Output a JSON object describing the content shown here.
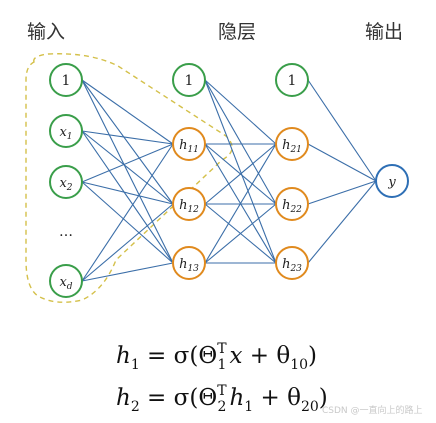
{
  "diagram": {
    "layer_titles": {
      "input": "输入",
      "hidden": "隐层",
      "output": "输出"
    },
    "input_nodes": [
      {
        "main": "1",
        "sub": "",
        "italic": false
      },
      {
        "main": "x",
        "sub": "1",
        "italic": true
      },
      {
        "main": "x",
        "sub": "2",
        "italic": true
      },
      {
        "main": "…",
        "sub": "",
        "italic": false
      },
      {
        "main": "x",
        "sub": "d",
        "italic": true
      }
    ],
    "hidden1_nodes": [
      {
        "main": "1",
        "sub": "",
        "italic": false
      },
      {
        "main": "h",
        "sub": "11",
        "italic": true
      },
      {
        "main": "h",
        "sub": "12",
        "italic": true
      },
      {
        "main": "h",
        "sub": "13",
        "italic": true
      }
    ],
    "hidden2_nodes": [
      {
        "main": "1",
        "sub": "",
        "italic": false
      },
      {
        "main": "h",
        "sub": "21",
        "italic": true
      },
      {
        "main": "h",
        "sub": "22",
        "italic": true
      },
      {
        "main": "h",
        "sub": "23",
        "italic": true
      }
    ],
    "output_node": {
      "main": "y",
      "sub": "",
      "italic": true
    },
    "colors": {
      "input_node": "#3a9e4a",
      "bias_node": "#3a9e4a",
      "hidden_node": "#e08a1e",
      "output_node": "#2e6fb5",
      "edge": "#3b6ea8",
      "dashed_outline": "#d4c04a"
    }
  },
  "equations": {
    "eq1": {
      "lhs": "h",
      "lhs_sub": "1",
      "rhs_prefix": " = σ(Θ",
      "theta_sub": "1",
      "theta_sup": "T",
      "rhs_var": "x",
      "rhs_plus": " + θ",
      "bias_sub": "10",
      "close": ")"
    },
    "eq2": {
      "lhs": "h",
      "lhs_sub": "2",
      "rhs_prefix": " = σ(Θ",
      "theta_sub": "2",
      "theta_sup": "T",
      "rhs_var": "h",
      "rhs_var_sub": "1",
      "rhs_plus": " + θ",
      "bias_sub": "20",
      "close": ")"
    }
  },
  "watermark": "CSDN @一直向上的路上"
}
